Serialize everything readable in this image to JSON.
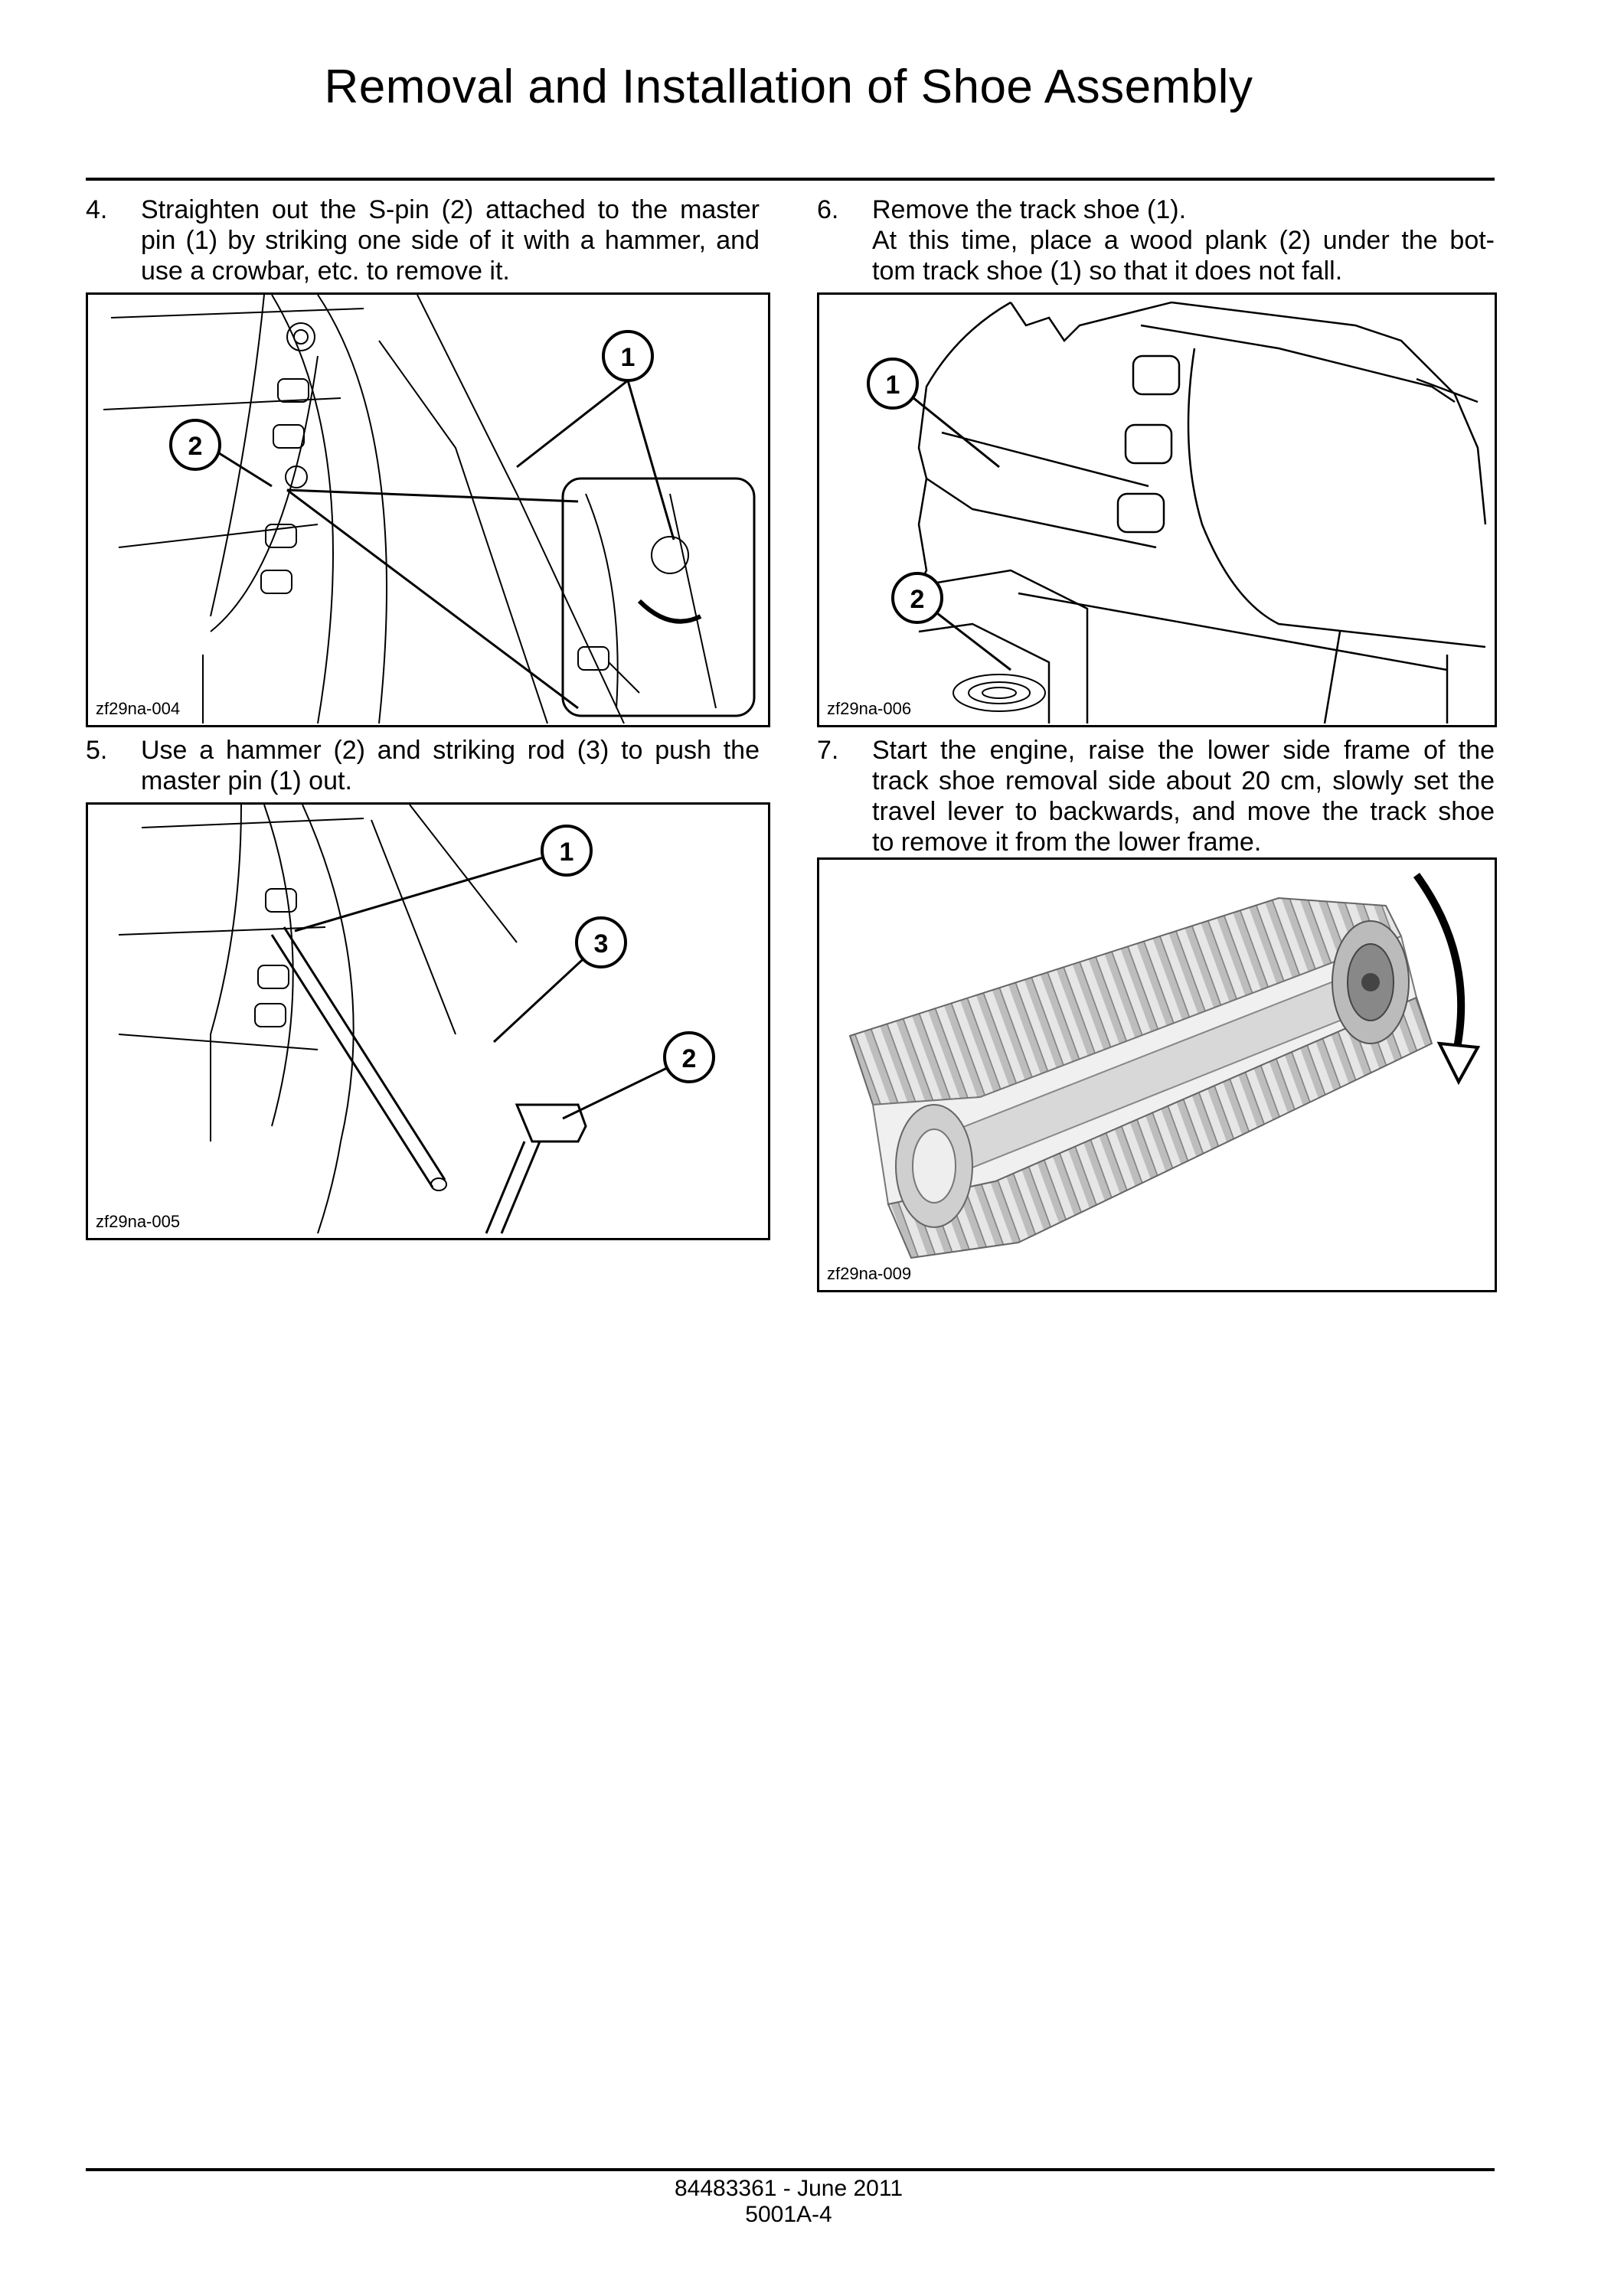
{
  "page": {
    "title": "Removal and Installation of Shoe Assembly"
  },
  "steps": [
    {
      "number": "4.",
      "lines": [
        "Straighten out the S-pin (2) attached to the master",
        "pin (1) by striking one side of it with a hammer, and",
        "use a crowbar, etc.  to remove it."
      ]
    },
    {
      "number": "5.",
      "lines": [
        "Use a hammer (2) and striking rod (3) to push the",
        "master pin (1) out."
      ]
    },
    {
      "number": "6.",
      "lines": [
        "Remove the track shoe (1).",
        "At this time, place a wood plank (2) under the bot-",
        "tom track shoe (1) so that it does not fall."
      ]
    },
    {
      "number": "7.",
      "lines": [
        "Start the engine, raise the lower side frame of the",
        "track shoe removal side about 20 cm, slowly set the",
        "travel lever to backwards, and move the track shoe",
        "to remove it from the lower frame."
      ]
    }
  ],
  "figures": {
    "fig1": {
      "caption": "zf29na-004",
      "callouts": [
        "1",
        "2"
      ]
    },
    "fig2": {
      "caption": "zf29na-005",
      "callouts": [
        "1",
        "3",
        "2"
      ]
    },
    "fig3": {
      "caption": "zf29na-006",
      "callouts": [
        "1",
        "2"
      ]
    },
    "fig4": {
      "caption": "zf29na-009"
    }
  },
  "footer": {
    "doc": "84483361 - June 2011",
    "page": "5001A-4"
  }
}
